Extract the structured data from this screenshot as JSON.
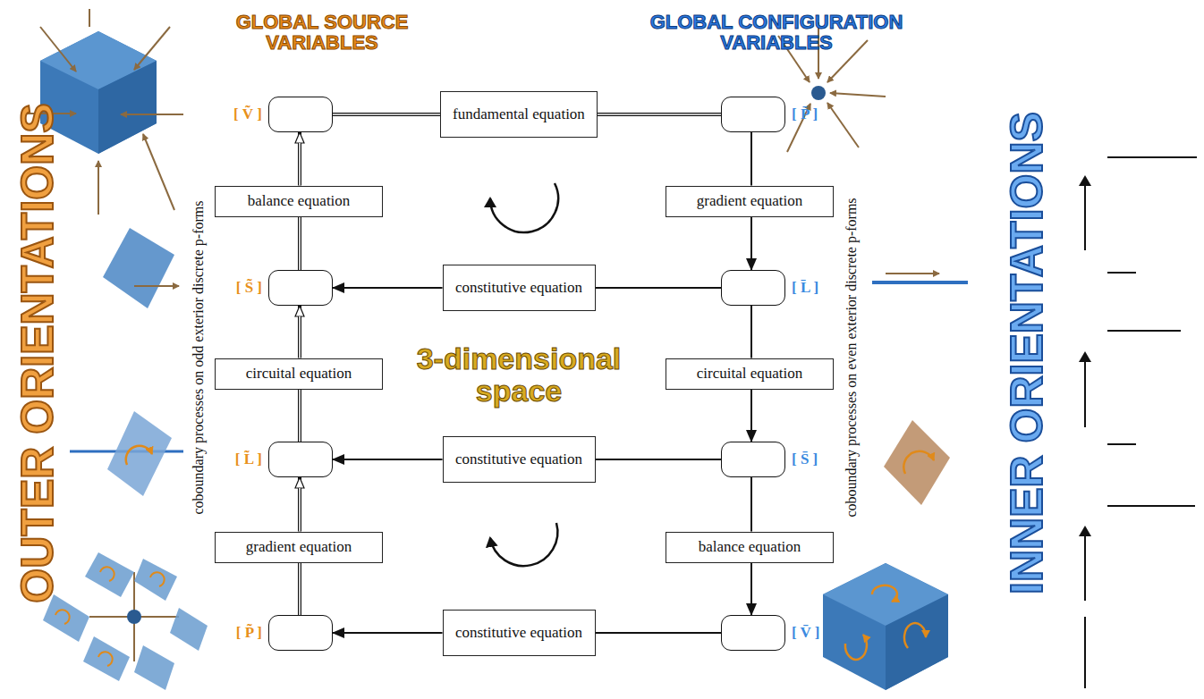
{
  "diagram": {
    "nodes": [
      {
        "text": [
          "[ Ṽ ]"
        ]
      },
      {
        "text": [
          "fundamental equation"
        ]
      },
      {
        "text": [
          "[ P̄ ]"
        ]
      },
      {
        "text": [
          "balance equation"
        ]
      },
      {
        "text": [
          "gradient equation"
        ]
      },
      {
        "text": [
          "[ S̃ ]"
        ]
      },
      {
        "text": [
          "constitutive equation"
        ]
      },
      {
        "text": [
          "[ L̄ ]"
        ]
      },
      {
        "text": [
          "circuital equation"
        ]
      },
      {
        "text": [
          "circuital equation"
        ]
      },
      {
        "text": [
          "[ L̃ ]"
        ]
      },
      {
        "text": [
          "constitutive equation"
        ]
      },
      {
        "text": [
          "[ S̄ ]"
        ]
      },
      {
        "text": [
          "gradient equation"
        ]
      },
      {
        "text": [
          "balance equation"
        ]
      },
      {
        "text": [
          "[ P̃ ]"
        ]
      },
      {
        "text": [
          "constitutive equation"
        ]
      },
      {
        "text": [
          "[ V̄ ]"
        ]
      }
    ],
    "edges": [
      {
        "from": 0,
        "to": 1,
        "arrow": "none"
      },
      {
        "from": 1,
        "to": 2,
        "arrow": "none"
      },
      {
        "from": 15,
        "to": 13,
        "arrow": "none"
      },
      {
        "from": 13,
        "to": 10,
        "arrow": "to"
      },
      {
        "from": 10,
        "to": 8,
        "arrow": "none"
      },
      {
        "from": 8,
        "to": 5,
        "arrow": "to"
      },
      {
        "from": 5,
        "to": 3,
        "arrow": "none"
      },
      {
        "from": 3,
        "to": 0,
        "arrow": "to"
      },
      {
        "from": 2,
        "to": 4,
        "arrow": "none"
      },
      {
        "from": 4,
        "to": 7,
        "arrow": "to"
      },
      {
        "from": 7,
        "to": 9,
        "arrow": "none"
      },
      {
        "from": 9,
        "to": 12,
        "arrow": "to"
      },
      {
        "from": 12,
        "to": 14,
        "arrow": "none"
      },
      {
        "from": 14,
        "to": 17,
        "arrow": "to"
      },
      {
        "from": 7,
        "to": 6,
        "arrow": "none"
      },
      {
        "from": 6,
        "to": 5,
        "arrow": "to"
      },
      {
        "from": 12,
        "to": 11,
        "arrow": "none"
      },
      {
        "from": 11,
        "to": 10,
        "arrow": "to"
      },
      {
        "from": 17,
        "to": 16,
        "arrow": "none"
      },
      {
        "from": 16,
        "to": 15,
        "arrow": "to"
      }
    ],
    "labels": [
      "GLOBAL SOURCE VARIABLES",
      "GLOBAL CONFIGURATION VARIABLES",
      "OUTER ORIENTATIONS",
      "INNER ORIENTATIONS",
      "3-dimensional space",
      "coboundary processes on odd exterior discrete p-forms",
      "coboundary processes on even exterior discrete p-forms"
    ]
  }
}
